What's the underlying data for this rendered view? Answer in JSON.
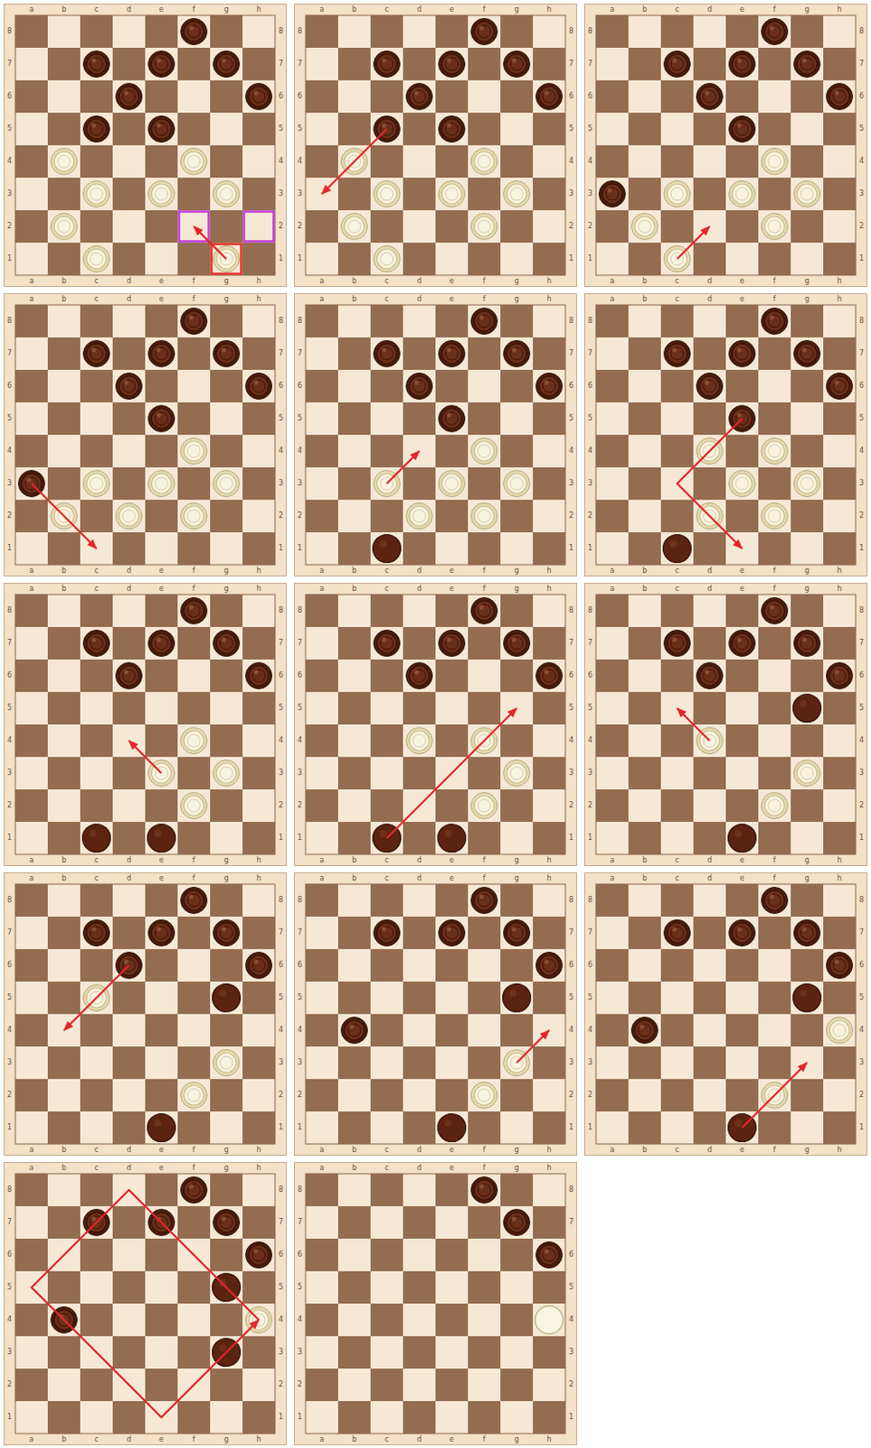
{
  "diagram": {
    "labels": [
      "a",
      "b",
      "c",
      "d",
      "e",
      "f",
      "g",
      "h",
      "a",
      "b",
      "c",
      "d",
      "e",
      "f",
      "g",
      "h",
      "8",
      "7",
      "6",
      "5",
      "4",
      "3",
      "2",
      "1",
      "8",
      "7",
      "6",
      "5",
      "4",
      "3",
      "2",
      "1",
      "a",
      "b",
      "c",
      "d",
      "e",
      "f",
      "g",
      "h",
      "a",
      "b",
      "c",
      "d",
      "e",
      "f",
      "g",
      "h",
      "8",
      "7",
      "6",
      "5",
      "4",
      "3",
      "2",
      "1",
      "8",
      "7",
      "6",
      "5",
      "4",
      "3",
      "2",
      "1",
      "a",
      "b",
      "c",
      "d",
      "e",
      "f",
      "g",
      "h",
      "a",
      "b",
      "c",
      "d",
      "e",
      "f",
      "g",
      "h",
      "8",
      "7",
      "6",
      "5",
      "4",
      "3",
      "2",
      "1",
      "8",
      "7",
      "6",
      "5",
      "4",
      "3",
      "2",
      "1",
      "a",
      "b",
      "c",
      "d",
      "e",
      "f",
      "g",
      "h",
      "a",
      "b",
      "c",
      "d",
      "e",
      "f",
      "g",
      "h",
      "8",
      "7",
      "6",
      "5",
      "4",
      "3",
      "2",
      "1",
      "8",
      "7",
      "6",
      "5",
      "4",
      "3",
      "2",
      "1",
      "a",
      "b",
      "c",
      "d",
      "e",
      "f",
      "g",
      "h",
      "a",
      "b",
      "c",
      "d",
      "e",
      "f",
      "g",
      "h",
      "8",
      "7",
      "6",
      "5",
      "4",
      "3",
      "2",
      "1",
      "8",
      "7",
      "6",
      "5",
      "4",
      "3",
      "2",
      "1",
      "a",
      "b",
      "c",
      "d",
      "e",
      "f",
      "g",
      "h",
      "a",
      "b",
      "c",
      "d",
      "e",
      "f",
      "g",
      "h",
      "8",
      "7",
      "6",
      "5",
      "4",
      "3",
      "2",
      "1",
      "8",
      "7",
      "6",
      "5",
      "4",
      "3",
      "2",
      "1",
      "a",
      "b",
      "c",
      "d",
      "e",
      "f",
      "g",
      "h",
      "a",
      "b",
      "c",
      "d",
      "e",
      "f",
      "g",
      "h",
      "8",
      "7",
      "6",
      "5",
      "4",
      "3",
      "2",
      "1",
      "8",
      "7",
      "6",
      "5",
      "4",
      "3",
      "2",
      "1",
      "a",
      "b",
      "c",
      "d",
      "e",
      "f",
      "g",
      "h",
      "a",
      "b",
      "c",
      "d",
      "e",
      "f",
      "g",
      "h",
      "8",
      "7",
      "6",
      "5",
      "4",
      "3",
      "2",
      "1",
      "8",
      "7",
      "6",
      "5",
      "4",
      "3",
      "2",
      "1",
      "a",
      "b",
      "c",
      "d",
      "e",
      "f",
      "g",
      "h",
      "a",
      "b",
      "c",
      "d",
      "e",
      "f",
      "g",
      "h",
      "8",
      "7",
      "6",
      "5",
      "4",
      "3",
      "2",
      "1",
      "8",
      "7",
      "6",
      "5",
      "4",
      "3",
      "2",
      "1",
      "a",
      "b",
      "c",
      "d",
      "e",
      "f",
      "g",
      "h",
      "a",
      "b",
      "c",
      "d",
      "e",
      "f",
      "g",
      "h",
      "8",
      "7",
      "6",
      "5",
      "4",
      "3",
      "2",
      "1",
      "8",
      "7",
      "6",
      "5",
      "4",
      "3",
      "2",
      "1",
      "a",
      "b",
      "c",
      "d",
      "e",
      "f",
      "g",
      "h",
      "a",
      "b",
      "c",
      "d",
      "e",
      "f",
      "g",
      "h",
      "8",
      "7",
      "6",
      "5",
      "4",
      "3",
      "2",
      "1",
      "8",
      "7",
      "6",
      "5",
      "4",
      "3",
      "2",
      "1",
      "a",
      "b",
      "c",
      "d",
      "e",
      "f",
      "g",
      "h",
      "a",
      "b",
      "c",
      "d",
      "e",
      "f",
      "g",
      "h",
      "8",
      "7",
      "6",
      "5",
      "4",
      "3",
      "2",
      "1",
      "8",
      "7",
      "6",
      "5",
      "4",
      "3",
      "2",
      "1",
      "a",
      "b",
      "c",
      "d",
      "e",
      "f",
      "g",
      "h",
      "a",
      "b",
      "c",
      "d",
      "e",
      "f",
      "g",
      "h",
      "8",
      "7",
      "6",
      "5",
      "4",
      "3",
      "2",
      "1",
      "8",
      "7",
      "6",
      "5",
      "4",
      "3",
      "2",
      "1",
      "a",
      "b",
      "c",
      "d",
      "e",
      "f",
      "g",
      "h",
      "a",
      "b",
      "c",
      "d",
      "e",
      "f",
      "g",
      "h",
      "8",
      "7",
      "6",
      "5",
      "4",
      "3",
      "2",
      "1",
      "8",
      "7",
      "6",
      "5",
      "4",
      "3",
      "2",
      "1"
    ]
  }
}
